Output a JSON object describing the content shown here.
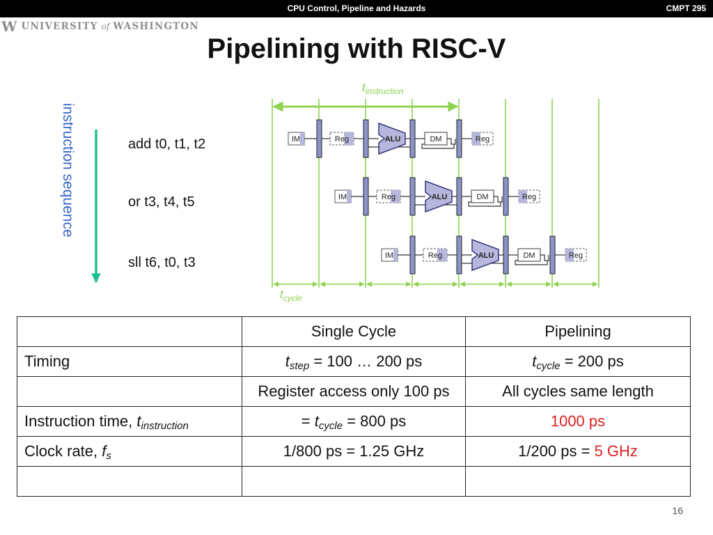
{
  "header": {
    "course_title": "CPU Control, Pipeline and Hazards",
    "course_code": "CMPT 295"
  },
  "logo": {
    "mark": "W",
    "part1": "UNIVERSITY",
    "part2": "of",
    "part3": "WASHINGTON"
  },
  "slide": {
    "title": "Pipelining with RISC-V",
    "page_number": "16"
  },
  "diagram": {
    "axis_label": "instruction sequence",
    "t_instruction": {
      "base": "t",
      "sub": "instruction"
    },
    "t_cycle": {
      "base": "t",
      "sub": "cycle"
    },
    "instructions": [
      "add t0, t1, t2",
      "or t3, t4, t5",
      "sll t6, t0, t3"
    ],
    "stage_labels": [
      "IM",
      "Reg",
      "ALU",
      "DM",
      "Reg"
    ],
    "colors": {
      "guide_green": "#8fd24f",
      "arrow_teal": "#1fbf8f",
      "unit_fill": "#b7b6dc",
      "unit_stroke": "#35367e",
      "latch_fill": "#8b93c9",
      "label_blue": "#3a66c8"
    }
  },
  "table": {
    "header": {
      "c1": "Single Cycle",
      "c2": "Pipelining"
    },
    "timing": {
      "label": "Timing",
      "single": {
        "pre": "t",
        "sub": "step",
        "post": " = 100 … 200 ps"
      },
      "pipe": {
        "pre": "t",
        "sub": "cycle",
        "post": " = 200 ps"
      }
    },
    "notes": {
      "single": "Register access only 100 ps",
      "pipe": "All cycles same length"
    },
    "instruction_time": {
      "label_pre": "Instruction time, ",
      "label_var": "t",
      "label_sub": "instruction",
      "single_pre": "= ",
      "single_var": "t",
      "single_sub": "cycle",
      "single_post": " = 800 ps",
      "pipe": "1000 ps"
    },
    "clock_rate": {
      "label_pre": "Clock rate, ",
      "label_var": "f",
      "label_sub": "s",
      "single": "1/800 ps = 1.25 GHz",
      "pipe_pre": "1/200 ps = ",
      "pipe_red": "5 GHz"
    },
    "colors": {
      "highlight": "#e02020"
    }
  }
}
